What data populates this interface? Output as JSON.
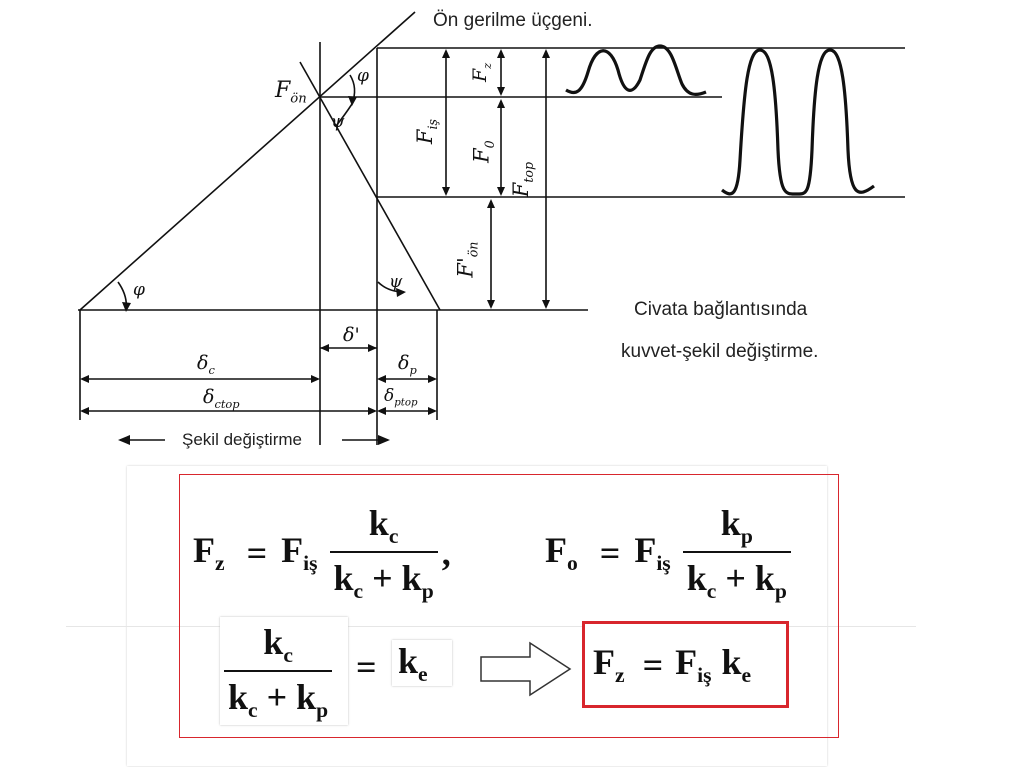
{
  "diagram": {
    "title": "Ön gerilme üçgeni.",
    "caption_line1": "Civata bağlantısında",
    "caption_line2": "kuvvet-şekil değiştirme.",
    "deformation_label": "Şekil değiştirme",
    "symbols": {
      "f_on": "F",
      "f_on_sub": "ön",
      "phi": "φ",
      "psi": "ψ",
      "fz": "F",
      "fz_sub": "z",
      "fis": "F",
      "fis_sub": "iş",
      "f0": "F",
      "f0_sub": "0",
      "ftop": "F",
      "ftop_sub": "top",
      "f_on_prime": "F'",
      "f_on_prime_sub": "ön",
      "delta_c": "δ",
      "delta_c_sub": "c",
      "delta_prime": "δ'",
      "delta_p": "δ",
      "delta_p_sub": "p",
      "delta_ctop": "δ",
      "delta_ctop_sub": "ctop",
      "delta_ptop": "δ",
      "delta_ptop_sub": "ptop"
    }
  },
  "formulas": {
    "f": "F",
    "z": "z",
    "o": "o",
    "is": "iş",
    "eq": "=",
    "comma": ",",
    "k": "k",
    "c": "c",
    "p": "p",
    "e": "e",
    "plus": "+"
  },
  "colors": {
    "highlight_border": "#d8262d",
    "line": "#111111"
  }
}
